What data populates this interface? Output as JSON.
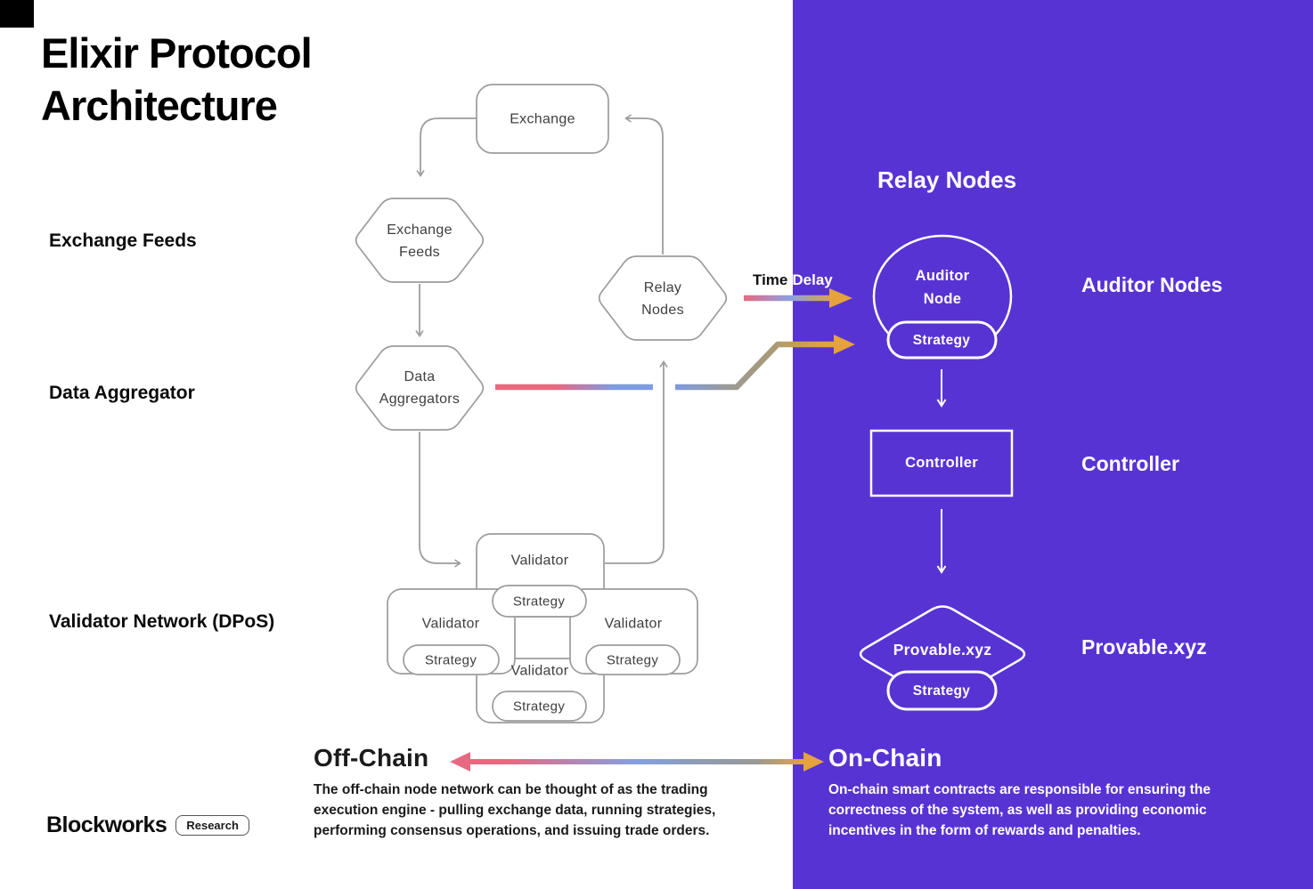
{
  "title": {
    "line1": "Elixir Protocol",
    "line2": "Architecture"
  },
  "left_labels": {
    "exchange_feeds": "Exchange Feeds",
    "data_aggregator": "Data Aggregator",
    "validator_network": "Validator Network (DPoS)"
  },
  "nodes": {
    "exchange": "Exchange",
    "exchange_feeds_l1": "Exchange",
    "exchange_feeds_l2": "Feeds",
    "data_aggregators_l1": "Data",
    "data_aggregators_l2": "Aggregators",
    "relay_nodes_l1": "Relay",
    "relay_nodes_l2": "Nodes",
    "validator": "Validator",
    "strategy": "Strategy"
  },
  "time_delay": {
    "time": "Time",
    "delay": "Delay"
  },
  "panel": {
    "heading": "Relay Nodes",
    "auditor_l1": "Auditor",
    "auditor_l2": "Node",
    "strategy": "Strategy",
    "controller": "Controller",
    "provable": "Provable.xyz",
    "side_labels": {
      "auditor_nodes": "Auditor Nodes",
      "controller": "Controller",
      "provable": "Provable.xyz"
    }
  },
  "offchain": {
    "heading": "Off-Chain",
    "body": {
      "l1": "The off-chain node network can be thought of as the trading",
      "l2": "execution engine - pulling exchange data, running strategies,",
      "l3": "performing consensus operations, and issuing trade orders."
    }
  },
  "onchain": {
    "heading": "On-Chain",
    "body": {
      "l1": "On-chain smart contracts are responsible for ensuring the",
      "l2": "correctness of the system, as well as providing economic",
      "l3": "incentives in the form of rewards and penalties."
    }
  },
  "footer": {
    "brand": "Blockworks",
    "badge": "Research"
  },
  "colors": {
    "purple": "#5833d3",
    "pink": "#e8697f",
    "blue": "#7f9ce1",
    "gold": "#e6a23c",
    "line_gray": "#9c9c9c"
  }
}
